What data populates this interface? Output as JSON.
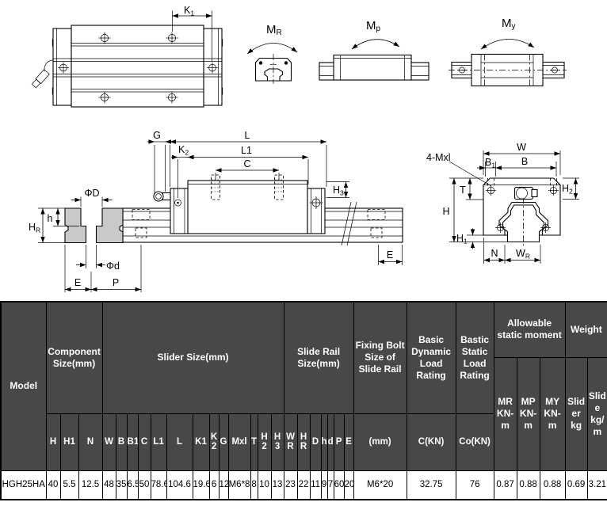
{
  "labels": {
    "k1": {
      "main": "K",
      "sub": "1"
    },
    "mr": {
      "main": "M",
      "sub": "R"
    },
    "mp": {
      "main": "M",
      "sub": "p"
    },
    "my": {
      "main": "M",
      "sub": "y"
    },
    "g": "G",
    "l": "L",
    "l1": "L1",
    "c": "C",
    "k2": {
      "main": "K",
      "sub": "2"
    },
    "h3": {
      "main": "H",
      "sub": "3"
    },
    "e_rail": "E",
    "e_section": "E",
    "p": "P",
    "phi_d_big": "ΦD",
    "phi_d_small": "Φd",
    "h_small": "h",
    "hr": {
      "main": "H",
      "sub": "R"
    },
    "w": "W",
    "b": "B",
    "b1": {
      "main": "B",
      "sub": "1"
    },
    "mxl4": "4-Mxl",
    "t": "T",
    "h_tall": "H",
    "h1": {
      "main": "H",
      "sub": "1"
    },
    "h2": {
      "main": "H",
      "sub": "2"
    },
    "n": "N",
    "wr": {
      "main": "W",
      "sub": "R"
    }
  },
  "table": {
    "model_label": "Model",
    "group_component": "Component Size(mm)",
    "group_slider": "Slider Size(mm)",
    "group_rail": "Slide Rail Size(mm)",
    "group_bolt": "Fixing Bolt Size of Slide Rail",
    "group_dynamic": "Basic Dynamic Load Rating",
    "group_static": "Bastic Static Load Rating",
    "group_moment": "Allowable static moment",
    "group_weight": "Weight",
    "moment_cols": [
      "MR\nKN-\nm",
      "MP\nKN-\nm",
      "MY\nKN-\nm"
    ],
    "weight_cols": [
      "Slid\ner\nkg",
      "Slid\ne\nkg/\nm"
    ],
    "subheaders": [
      "H",
      "H1",
      "N",
      "W",
      "B",
      "B1",
      "C",
      "L1",
      "L",
      "K1",
      "K\n2",
      "G",
      "Mxl",
      "T",
      "H\n2",
      "H\n3",
      "W\nR",
      "H\nR",
      "D",
      "h",
      "d",
      "P",
      "E",
      "(mm)",
      "C(KN)",
      "Co(KN)"
    ],
    "row": [
      "HGH25HA",
      "40",
      "5.5",
      "12.5",
      "48",
      "35",
      "6.5",
      "50",
      "78.6",
      "104.6",
      "19.6",
      "6",
      "12",
      "M6*8",
      "8",
      "10",
      "13",
      "23",
      "22",
      "11",
      "9",
      "7",
      "60",
      "20",
      "M6*20",
      "32.75",
      "76",
      "0.87",
      "0.88",
      "0.88",
      "0.69",
      "3.21"
    ]
  }
}
